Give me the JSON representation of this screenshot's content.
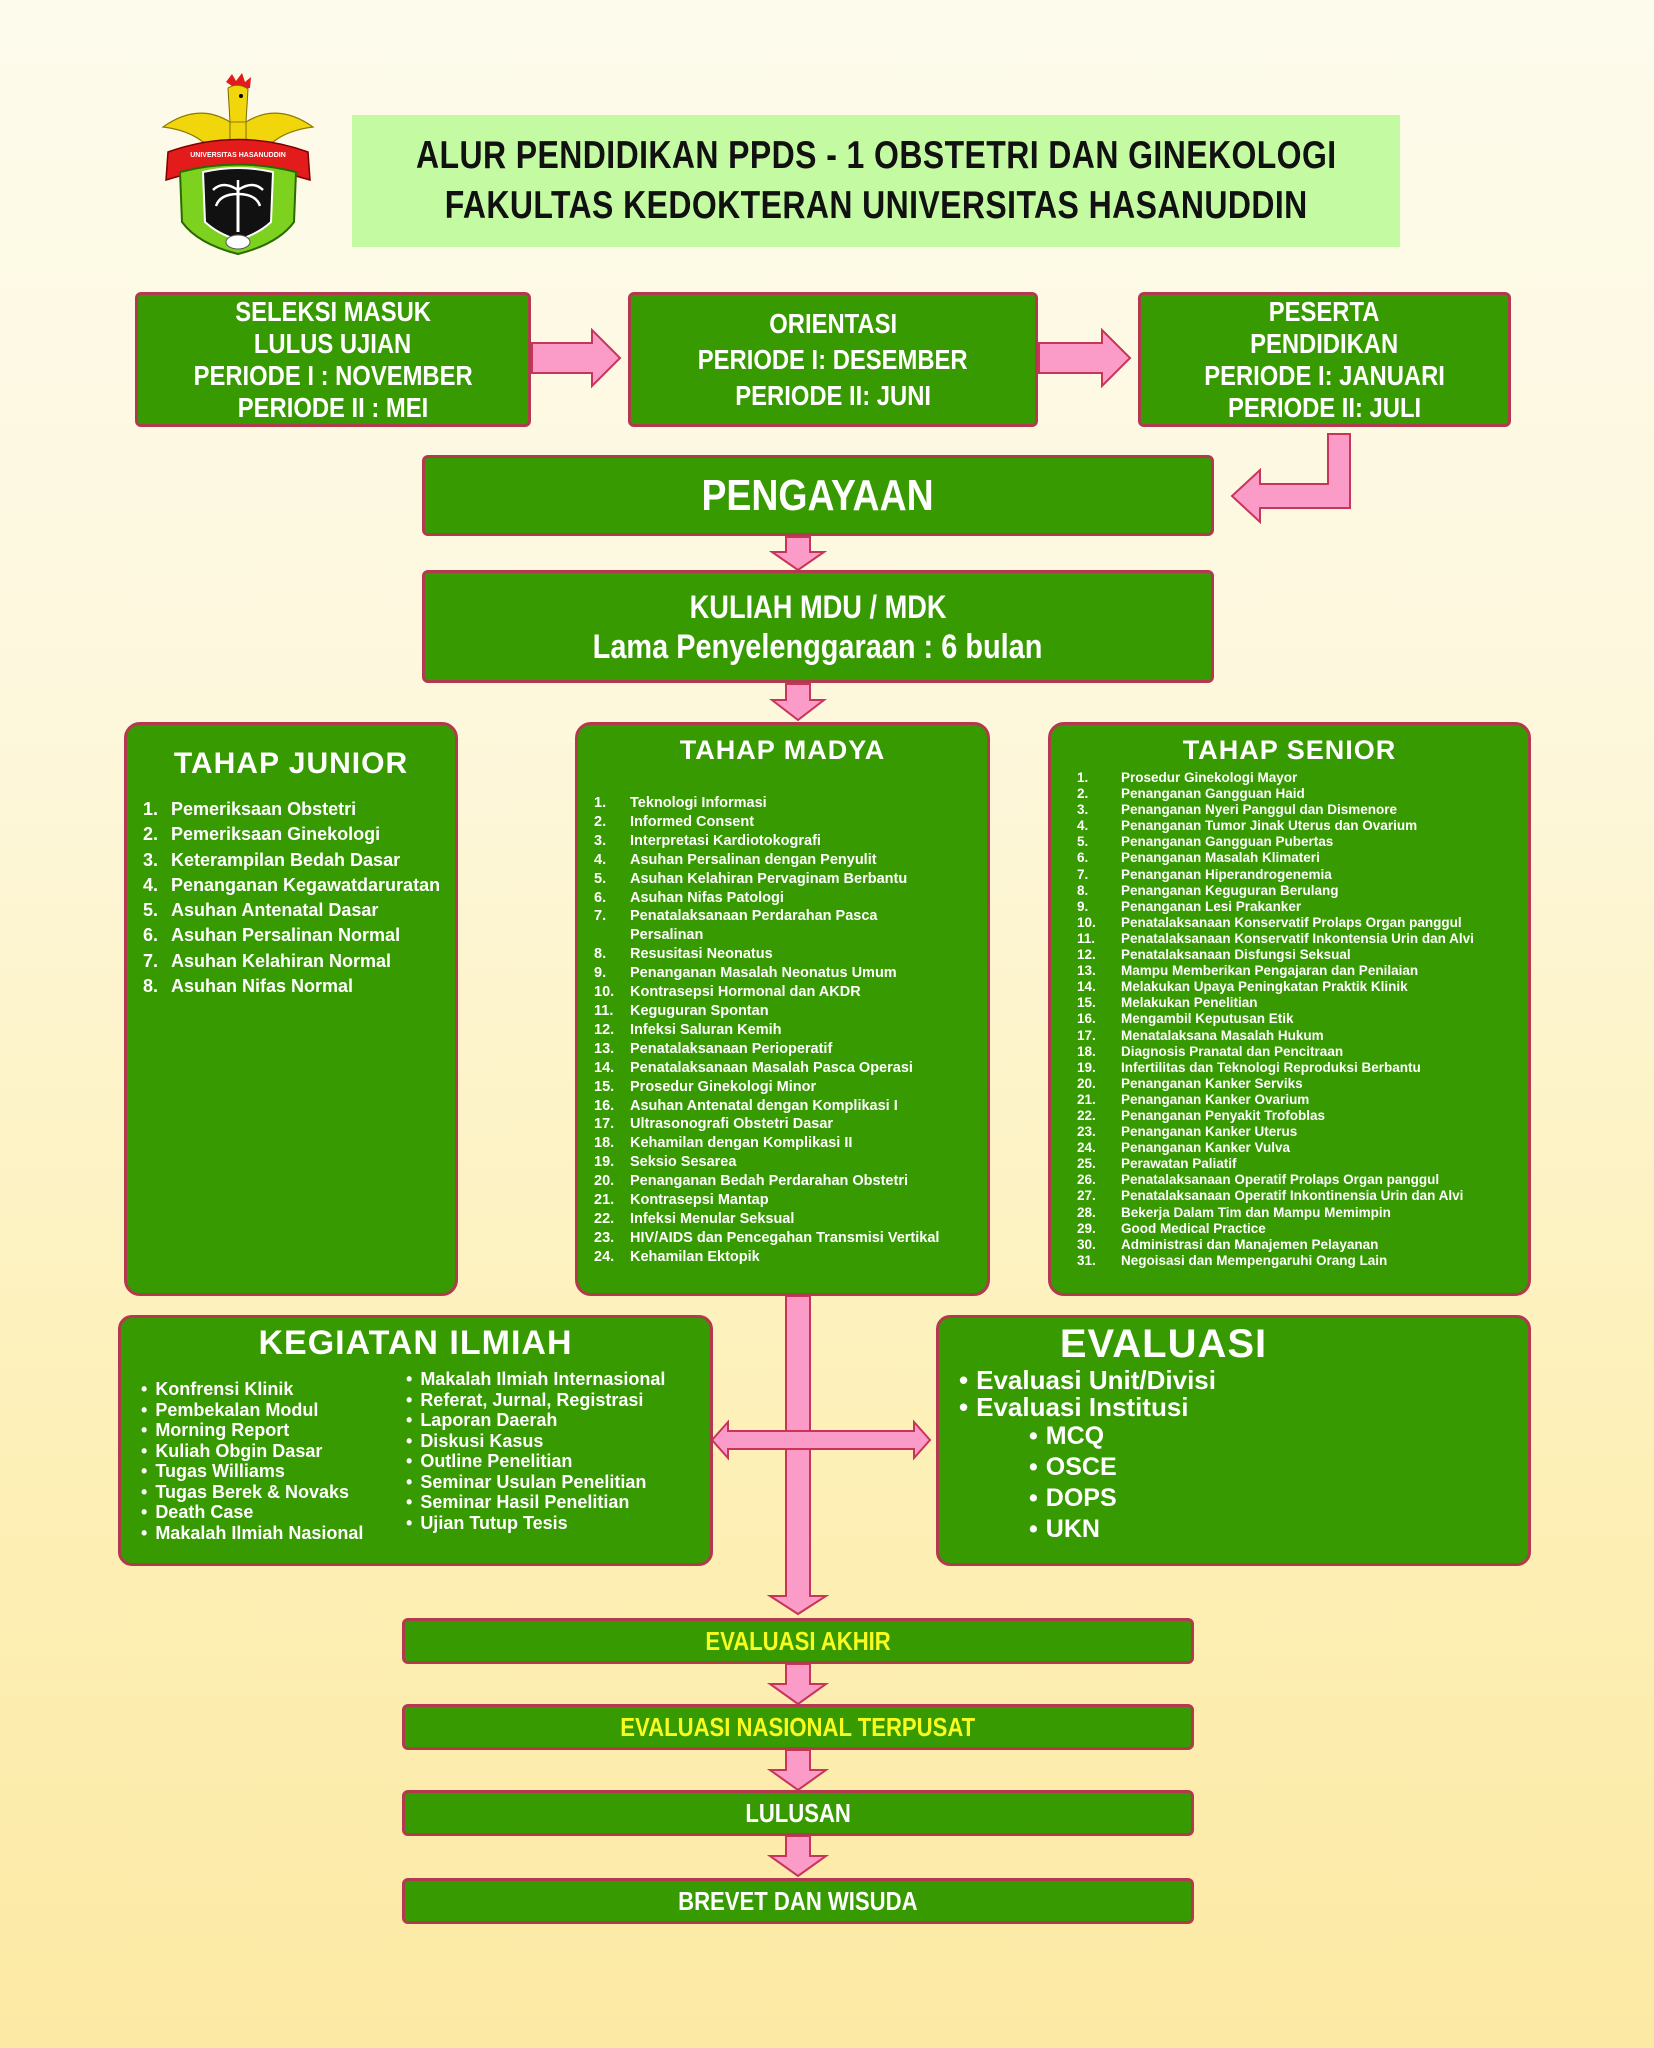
{
  "header": {
    "title_line1": "ALUR PENDIDIKAN PPDS - 1 OBSTETRI DAN GINEKOLOGI",
    "title_line2": "FAKULTAS KEDOKTERAN UNIVERSITAS HASANUDDIN",
    "logo_ribbon": "UNIVERSITAS HASANUDDIN"
  },
  "top_row": [
    {
      "lines": [
        "SELEKSI MASUK",
        "LULUS UJIAN",
        "PERIODE I : NOVEMBER",
        "PERIODE II : MEI"
      ]
    },
    {
      "lines": [
        "ORIENTASI",
        "PERIODE I: DESEMBER",
        "PERIODE II: JUNI"
      ]
    },
    {
      "lines": [
        "PESERTA",
        "PENDIDIKAN",
        "PERIODE I: JANUARI",
        "PERIODE II: JULI"
      ]
    }
  ],
  "pengayaan": {
    "label": "PENGAYAAN"
  },
  "kuliah": {
    "title": "KULIAH MDU / MDK",
    "subtitle": "Lama Penyelenggaraan : 6 bulan"
  },
  "stages": {
    "junior": {
      "title": "TAHAP JUNIOR",
      "items": [
        "Pemeriksaan Obstetri",
        "Pemeriksaan Ginekologi",
        "Keterampilan Bedah Dasar",
        "Penanganan Kegawatdaruratan",
        "Asuhan Antenatal Dasar",
        "Asuhan Persalinan Normal",
        "Asuhan Kelahiran Normal",
        "Asuhan Nifas Normal"
      ]
    },
    "madya": {
      "title": "TAHAP MADYA",
      "items": [
        "Teknologi Informasi",
        "Informed Consent",
        "Interpretasi Kardiotokografi",
        "Asuhan Persalinan dengan Penyulit",
        "Asuhan Kelahiran Pervaginam Berbantu",
        "Asuhan Nifas Patologi",
        "Penatalaksanaan Perdarahan Pasca Persalinan",
        "Resusitasi Neonatus",
        "Penanganan Masalah Neonatus Umum",
        "Kontrasepsi Hormonal dan AKDR",
        "Keguguran Spontan",
        "Infeksi Saluran Kemih",
        "Penatalaksanaan Perioperatif",
        "Penatalaksanaan Masalah Pasca Operasi",
        "Prosedur Ginekologi Minor",
        "Asuhan Antenatal dengan Komplikasi I",
        "Ultrasonografi Obstetri Dasar",
        "Kehamilan dengan Komplikasi II",
        "Seksio Sesarea",
        "Penanganan Bedah Perdarahan Obstetri",
        "Kontrasepsi Mantap",
        "Infeksi Menular Seksual",
        "HIV/AIDS dan Pencegahan Transmisi Vertikal",
        "Kehamilan Ektopik"
      ]
    },
    "senior": {
      "title": "TAHAP SENIOR",
      "items": [
        "Prosedur Ginekologi Mayor",
        "Penanganan Gangguan Haid",
        "Penanganan Nyeri Panggul dan Dismenore",
        "Penanganan Tumor Jinak Uterus dan Ovarium",
        "Penanganan Gangguan Pubertas",
        "Penanganan Masalah Klimateri",
        "Penanganan Hiperandrogenemia",
        "Penanganan Keguguran Berulang",
        "Penanganan Lesi Prakanker",
        "Penatalaksanaan Konservatif Prolaps Organ panggul",
        "Penatalaksanaan Konservatif Inkontensia Urin dan Alvi",
        "Penatalaksanaan Disfungsi Seksual",
        "Mampu Memberikan Pengajaran dan Penilaian",
        "Melakukan Upaya Peningkatan Praktik Klinik",
        "Melakukan Penelitian",
        "Mengambil Keputusan Etik",
        "Menatalaksana Masalah Hukum",
        "Diagnosis Pranatal dan Pencitraan",
        "Infertilitas dan Teknologi Reproduksi Berbantu",
        "Penanganan Kanker Serviks",
        "Penanganan Kanker Ovarium",
        "Penanganan Penyakit Trofoblas",
        "Penanganan Kanker Uterus",
        "Penanganan Kanker Vulva",
        "Perawatan Paliatif",
        "Penatalaksanaan Operatif Prolaps Organ panggul",
        "Penatalaksanaan Operatif Inkontinensia Urin dan Alvi",
        "Bekerja Dalam Tim dan Mampu Memimpin",
        "Good Medical Practice",
        "Administrasi dan Manajemen Pelayanan",
        "Negoisasi dan Mempengaruhi Orang Lain"
      ]
    }
  },
  "kegiatan_ilmiah": {
    "title": "KEGIATAN ILMIAH",
    "left": [
      "Konfrensi Klinik",
      "Pembekalan Modul",
      "Morning Report",
      "Kuliah Obgin Dasar",
      "Tugas Williams",
      "Tugas Berek & Novaks",
      "Death Case",
      "Makalah Ilmiah Nasional"
    ],
    "right": [
      "Makalah Ilmiah Internasional",
      "Referat, Jurnal, Registrasi",
      "Laporan Daerah",
      "Diskusi Kasus",
      "Outline Penelitian",
      "Seminar Usulan Penelitian",
      "Seminar Hasil Penelitian",
      "Ujian Tutup Tesis"
    ]
  },
  "evaluasi": {
    "title": "EVALUASI",
    "items": [
      "Evaluasi Unit/Divisi",
      "Evaluasi Institusi"
    ],
    "sub_items": [
      "MCQ",
      "OSCE",
      "DOPS",
      "UKN"
    ]
  },
  "final_steps": [
    {
      "label": "EVALUASI AKHIR",
      "highlight": true
    },
    {
      "label": "EVALUASI NASIONAL TERPUSAT",
      "highlight": true
    },
    {
      "label": "LULUSAN",
      "highlight": false
    },
    {
      "label": "BREVET DAN WISUDA",
      "highlight": false
    }
  ],
  "colors": {
    "box_green": "#379a00",
    "box_border": "#b23a4e",
    "arrow_pink": "#fb9cc8",
    "title_bg": "#c4fba2",
    "highlight_text": "#f8fb22",
    "background_top": "#fdfbec",
    "background_bottom": "#fce9a4"
  }
}
